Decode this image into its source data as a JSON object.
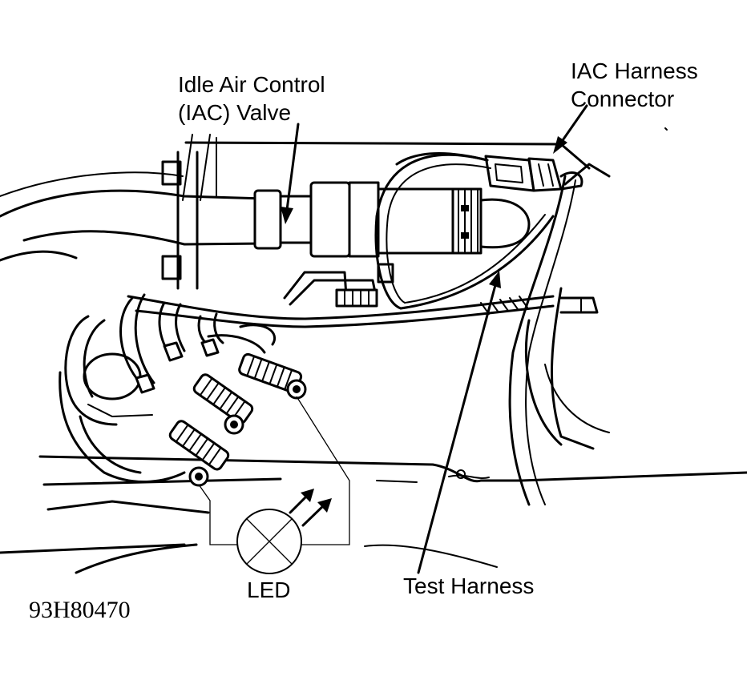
{
  "labels": {
    "iac_valve_line1": "Idle Air Control",
    "iac_valve_line2": "(IAC) Valve",
    "harness_connector_line1": "IAC Harness",
    "harness_connector_line2": "Connector",
    "test_harness": "Test Harness",
    "led": "LED",
    "figure_code": "93H80470"
  },
  "icons": {
    "iac_valve": "iac-valve-icon",
    "harness_connector": "harness-connector-icon",
    "test_leads": "test-lead-icon",
    "led": "led-lamp-icon"
  },
  "colors": {
    "ink": "#000000",
    "paper": "#ffffff"
  }
}
